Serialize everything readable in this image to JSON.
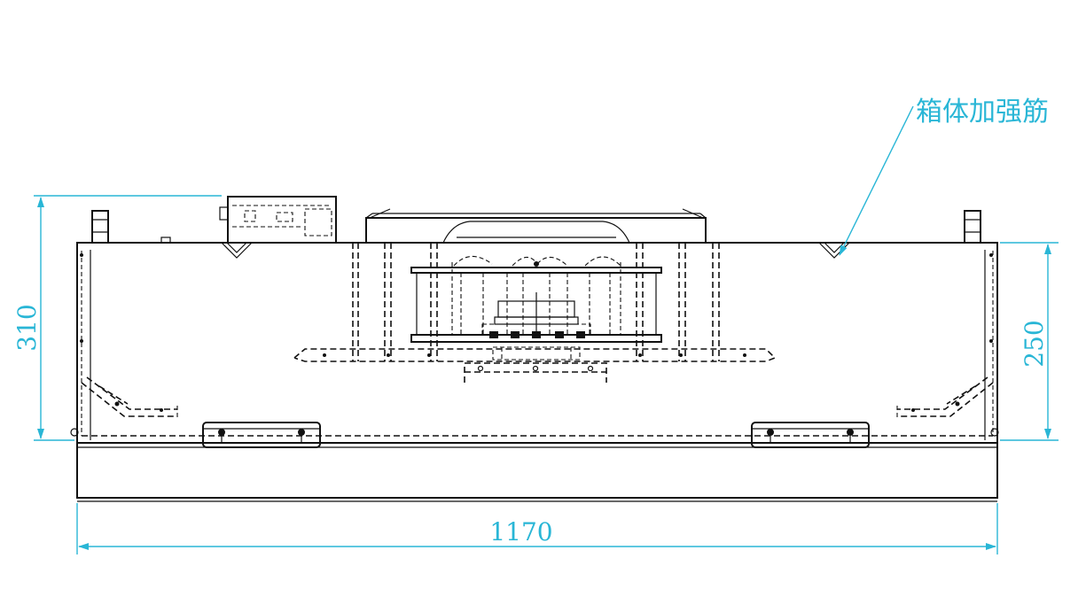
{
  "drawing": {
    "callout_label": "箱体加强筋",
    "dimensions": {
      "overall_width": "1170",
      "overall_height": "310",
      "box_height": "250"
    },
    "colors": {
      "dimension": "#29b6d6",
      "line": "#111111",
      "background": "#ffffff"
    }
  }
}
